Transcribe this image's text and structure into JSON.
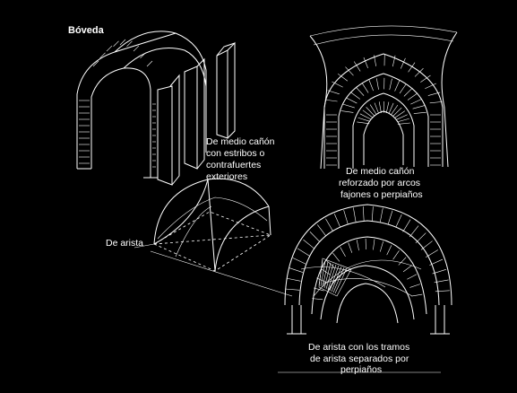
{
  "title": "Bóveda",
  "labels": {
    "barrel_buttresses": [
      "De medio cañón",
      "con estribos o",
      "contrafuertes",
      "exteriores"
    ],
    "barrel_reinforced": [
      "De medio cañón",
      "reforzado por arcos",
      "fajones o perpiaños"
    ],
    "groin": "De arista",
    "groin_separated": [
      "De arista con los tramos",
      "de arista separados por",
      "perpiaños"
    ]
  },
  "colors": {
    "background": "#000000",
    "line": "#ffffff"
  }
}
